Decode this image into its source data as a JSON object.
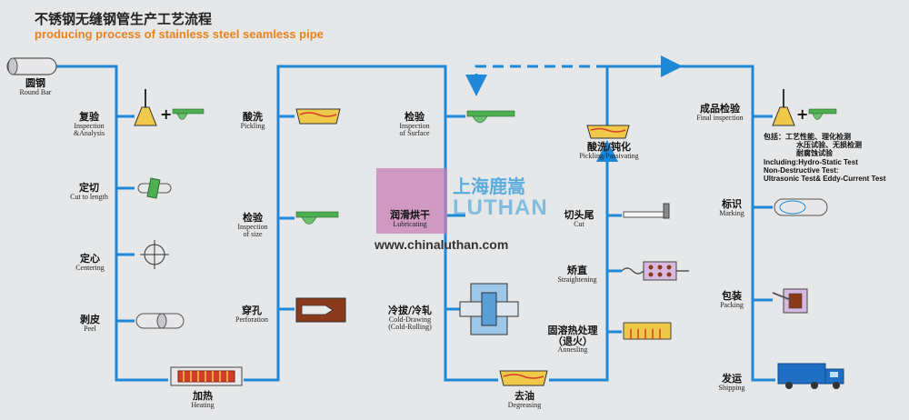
{
  "title": {
    "cn": "不锈钢无缝钢管生产工艺流程",
    "en": "producing process of stainless steel seamless pipe"
  },
  "steps": {
    "round_bar": {
      "cn": "圆钢",
      "en": "Round Bar"
    },
    "inspection_analysis": {
      "cn": "复验",
      "en1": "Inspection",
      "en2": "&Analysis"
    },
    "cut_to_length": {
      "cn": "定切",
      "en": "Cut to length"
    },
    "centering": {
      "cn": "定心",
      "en": "Centering"
    },
    "peel": {
      "cn": "剥皮",
      "en": "Peel"
    },
    "heating": {
      "cn": "加热",
      "en": "Heating"
    },
    "pickling": {
      "cn": "酸洗",
      "en": "Pickling"
    },
    "inspection_size": {
      "cn": "检验",
      "en1": "Inspection",
      "en2": "of size"
    },
    "perforation": {
      "cn": "穿孔",
      "en": "Perforation"
    },
    "inspection_surface": {
      "cn": "检验",
      "en1": "Inspection",
      "en2": "of Surface"
    },
    "lubricating": {
      "cn": "润滑烘干",
      "en": "Lubricating"
    },
    "cold_drawing": {
      "cn": "冷拔/冷轧",
      "en1": "Cold-Drawing",
      "en2": "(Cold-Rolling)"
    },
    "degreasing": {
      "cn": "去油",
      "en": "Degreasing"
    },
    "pickling_passivating": {
      "cn": "酸洗/钝化",
      "en": "Pickling/Passivating"
    },
    "cut": {
      "cn": "切头尾",
      "en": "Cut"
    },
    "straightening": {
      "cn": "矫直",
      "en": "Straightening"
    },
    "annealing": {
      "cn": "固溶热处理",
      "cn2": "（退火）",
      "en": "Annesling"
    },
    "final_inspection": {
      "cn": "成品检验",
      "en": "Final inspection"
    },
    "marking": {
      "cn": "标识",
      "en": "Marking"
    },
    "packing": {
      "cn": "包装",
      "en": "Packing"
    },
    "shipping": {
      "cn": "发运",
      "en": "Shipping"
    }
  },
  "final_note": {
    "cn1": "包括：工艺性能、理化检测",
    "cn2": "水压试验、无损检测",
    "cn3": "耐腐蚀试验",
    "en1": "Including:Hydro-Static Test",
    "en2": "Non-Destructive Test:",
    "en3": "Ultrasonic Test& Eddy-Current Test"
  },
  "watermark": {
    "cn": "上海鹿嵩",
    "en": "LUTHAN",
    "url": "www.chinaluthan.com"
  },
  "colors": {
    "flow_line": "#1e88d6",
    "title_en": "#e8821e",
    "background": "#e6e7e8"
  }
}
